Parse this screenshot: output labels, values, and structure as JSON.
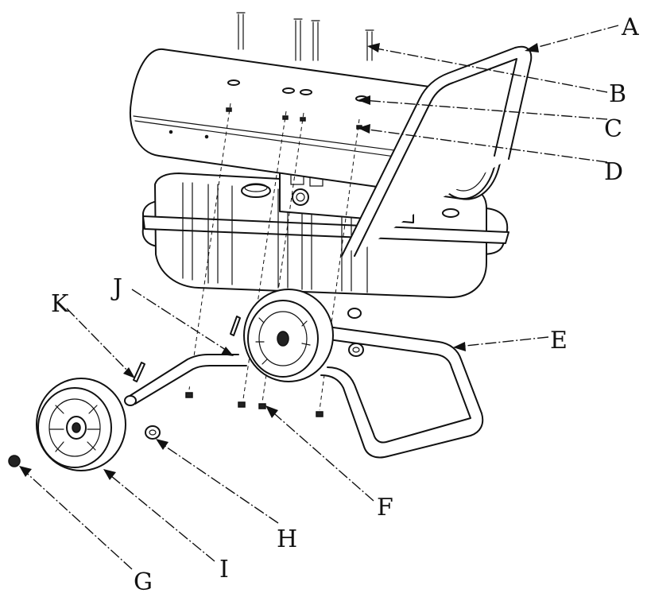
{
  "diagram": {
    "labels": {
      "A": "A",
      "B": "B",
      "C": "C",
      "D": "D",
      "E": "E",
      "F": "F",
      "G": "G",
      "H": "H",
      "I": "I",
      "J": "J",
      "K": "K"
    }
  }
}
